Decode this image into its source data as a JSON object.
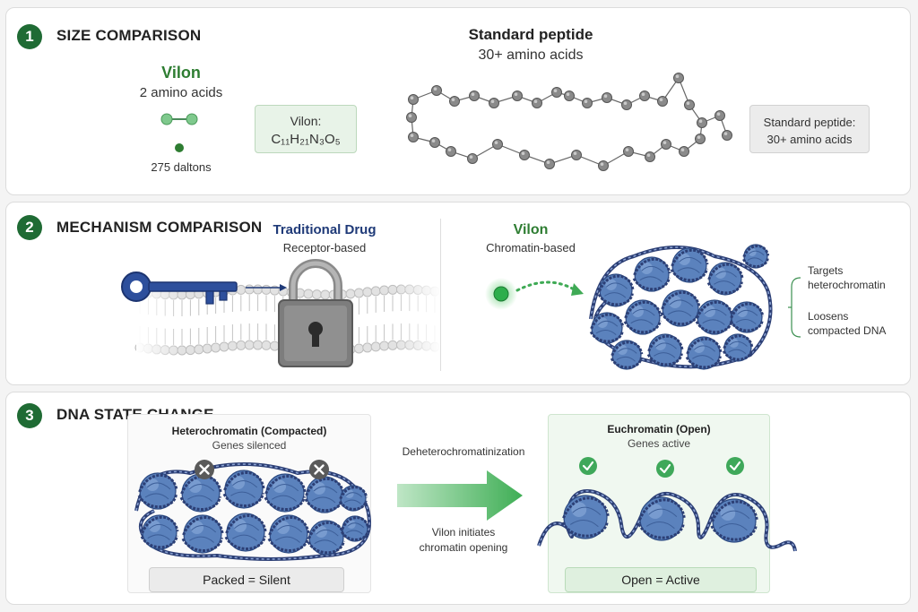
{
  "section1": {
    "number": "1",
    "title": "SIZE COMPARISON",
    "vilon_name": "Vilon",
    "vilon_count": "2 amino acids",
    "vilon_weight": "275 daltons",
    "formula_label": "Vilon:",
    "formula": "C₁₁H₂₁N₃O₅",
    "peptide_name": "Standard peptide",
    "peptide_count": "30+ amino acids",
    "peptide_box_line1": "Standard peptide:",
    "peptide_box_line2": "30+ amino acids"
  },
  "section2": {
    "number": "2",
    "title": "MECHANISM COMPARISON",
    "drug_name": "Traditional Drug",
    "drug_mechanism": "Receptor-based",
    "vilon_name": "Vilon",
    "vilon_mechanism": "Chromatin-based",
    "note1_line1": "Targets",
    "note1_line2": "heterochromatin",
    "note2_line1": "Loosens",
    "note2_line2": "compacted DNA"
  },
  "section3": {
    "number": "3",
    "title": "DNA STATE CHANGE",
    "hetero_title": "Heterochromatin (Compacted)",
    "hetero_sub": "Genes silenced",
    "hetero_label": "Packed = Silent",
    "process_label": "Deheterochromatinization",
    "process_note_line1": "Vilon initiates",
    "process_note_line2": "chromatin opening",
    "eu_title": "Euchromatin (Open)",
    "eu_sub": "Genes active",
    "eu_label": "Open = Active"
  },
  "colors": {
    "accent_green": "#1f6b34",
    "vilon_green": "#2e7d32",
    "drug_navy": "#1f3a78",
    "nucleosome_blue": "#5b82bd",
    "check_green": "#3fa85a",
    "cross_gray": "#5a5a5a"
  }
}
